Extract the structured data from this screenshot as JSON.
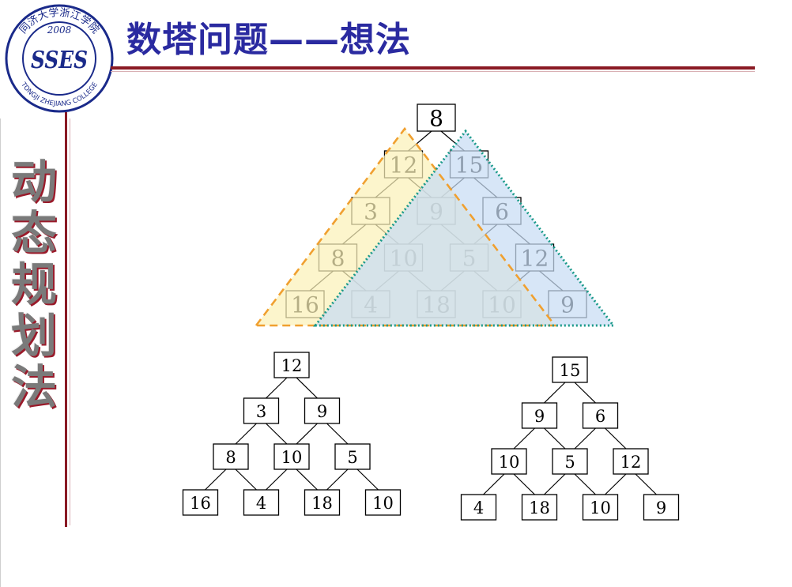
{
  "title": "数塔问题——想法",
  "side_title_chars": [
    "动",
    "态",
    "规",
    "划",
    "法"
  ],
  "logo": {
    "year": "2008",
    "ring_top_text": "同济大学浙江学院",
    "ring_bottom_text": "TONGJI ZHEJIANG COLLEGE",
    "emblem_text": "SSES"
  },
  "colors": {
    "title": "#2a2aa0",
    "accent_rule": "#8a1a24",
    "left_subtree_fill": "#fbf1b8",
    "left_subtree_border": "#f0a030",
    "right_subtree_fill": "#c8dcf4",
    "right_subtree_border": "#1a9a8a",
    "overlap_fill": "#b8d8c4"
  },
  "main_tower": {
    "rows": [
      [
        "8"
      ],
      [
        "12",
        "15"
      ],
      [
        "3",
        "9",
        "6"
      ],
      [
        "8",
        "10",
        "5",
        "12"
      ],
      [
        "16",
        "4",
        "18",
        "10",
        "9"
      ]
    ]
  },
  "left_subtower": {
    "rows": [
      [
        "12"
      ],
      [
        "3",
        "9"
      ],
      [
        "8",
        "10",
        "5"
      ],
      [
        "16",
        "4",
        "18",
        "10"
      ]
    ]
  },
  "right_subtower": {
    "rows": [
      [
        "15"
      ],
      [
        "9",
        "6"
      ],
      [
        "10",
        "5",
        "12"
      ],
      [
        "4",
        "18",
        "10",
        "9"
      ]
    ]
  }
}
